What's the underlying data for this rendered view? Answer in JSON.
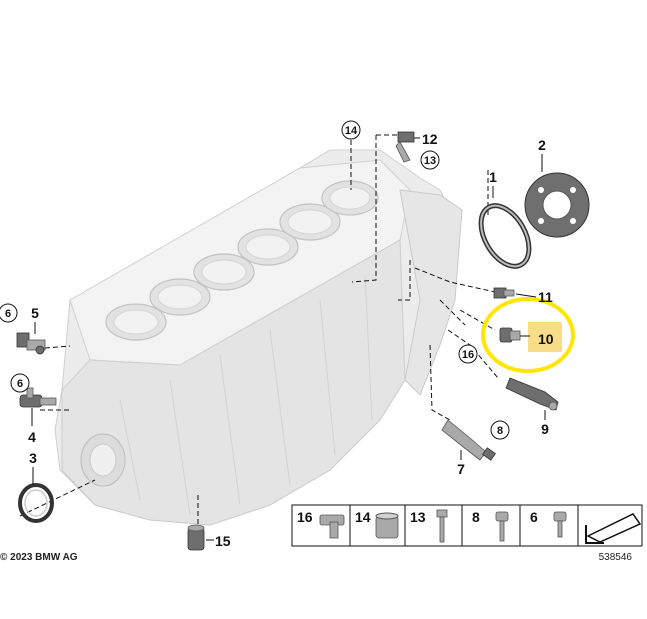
{
  "copyright": "© 2023 BMW AG",
  "figure_number": "538546",
  "callouts": {
    "c1": "1",
    "c2": "2",
    "c3": "3",
    "c4": "4",
    "c5": "5",
    "c6a": "6",
    "c6b": "6",
    "c7": "7",
    "c8": "8",
    "c9": "9",
    "c10": "10",
    "c11": "11",
    "c12": "12",
    "c13": "13",
    "c14": "14",
    "c15": "15",
    "c16": "16"
  },
  "legend": {
    "items": [
      {
        "label": "16",
        "icon": "bracket-clip-icon"
      },
      {
        "label": "14",
        "icon": "dowel-sleeve-icon"
      },
      {
        "label": "13",
        "icon": "bolt-icon"
      },
      {
        "label": "8",
        "icon": "screw-icon"
      },
      {
        "label": "6",
        "icon": "screw-icon"
      }
    ]
  },
  "highlight_color": "#ffe600",
  "highlight_box_color": "#f7dc8a"
}
